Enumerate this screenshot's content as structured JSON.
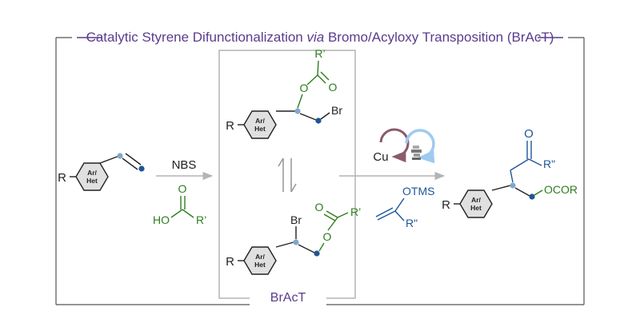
{
  "title": {
    "prefix": "Catalytic Styrene Difunctionalization ",
    "via": "via",
    "suffix": " Bromo/Acyloxy Transposition (BrAcT)"
  },
  "box_label": "BrAcT",
  "ring_label": {
    "line1": "Ar/",
    "line2": "Het"
  },
  "substituent_r": "R",
  "reagents": {
    "nbs": "NBS",
    "acid_ho": "HO",
    "acid_r": "R’",
    "acid_o": "O"
  },
  "intermediate_top": {
    "r_prime": "R’",
    "o_ester": "O",
    "o_carbonyl": "O",
    "br": "Br"
  },
  "intermediate_bottom": {
    "br": "Br",
    "o_ester": "O",
    "o_carbonyl": "O",
    "r_prime": "R’"
  },
  "catalysts": {
    "cu": "Cu",
    "photo": "photocatalyst-icon"
  },
  "enol_ether": {
    "otms": "OTMS",
    "r_dprime": "R\""
  },
  "product": {
    "o_ketone": "O",
    "r_dprime": "R\"",
    "ocor": "OCOR"
  },
  "colors": {
    "purple": "#5b3c8c",
    "green": "#2e7d1e",
    "blue": "#1f5596",
    "light_blue": "#7fa8c9",
    "gray_arrow": "#b4b4b4",
    "ring_fill": "#e0e0e0",
    "cu_circle": "#8b5a6c",
    "photo_circle": "#9fcaf0"
  }
}
